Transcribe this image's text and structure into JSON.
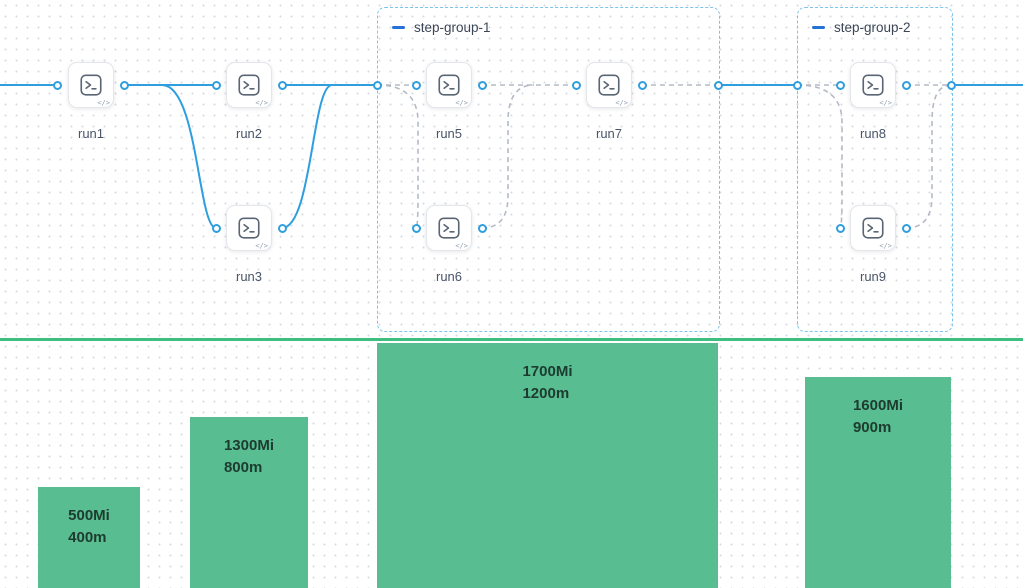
{
  "nodes": {
    "run1": {
      "label": "run1"
    },
    "run2": {
      "label": "run2"
    },
    "run3": {
      "label": "run3"
    },
    "run5": {
      "label": "run5"
    },
    "run6": {
      "label": "run6"
    },
    "run7": {
      "label": "run7"
    },
    "run8": {
      "label": "run8"
    },
    "run9": {
      "label": "run9"
    }
  },
  "groups": [
    {
      "label": "step-group-1"
    },
    {
      "label": "step-group-2"
    }
  ],
  "icons": {
    "node_icon": "terminal-icon",
    "code_glyph": "</>"
  },
  "colors": {
    "edge_blue": "#2E9EDF",
    "edge_gray": "#B3BAC5",
    "group_border": "#7CC4EC",
    "collapse_blue": "#2472D8",
    "bar_green": "#58BE91",
    "divider_green": "#3FBF7F",
    "bar_text": "#1D3B2F"
  },
  "resource_bars": [
    {
      "memory": "500Mi",
      "cpu": "400m"
    },
    {
      "memory": "1300Mi",
      "cpu": "800m"
    },
    {
      "memory": "1700Mi",
      "cpu": "1200m"
    },
    {
      "memory": "1600Mi",
      "cpu": "900m"
    }
  ]
}
